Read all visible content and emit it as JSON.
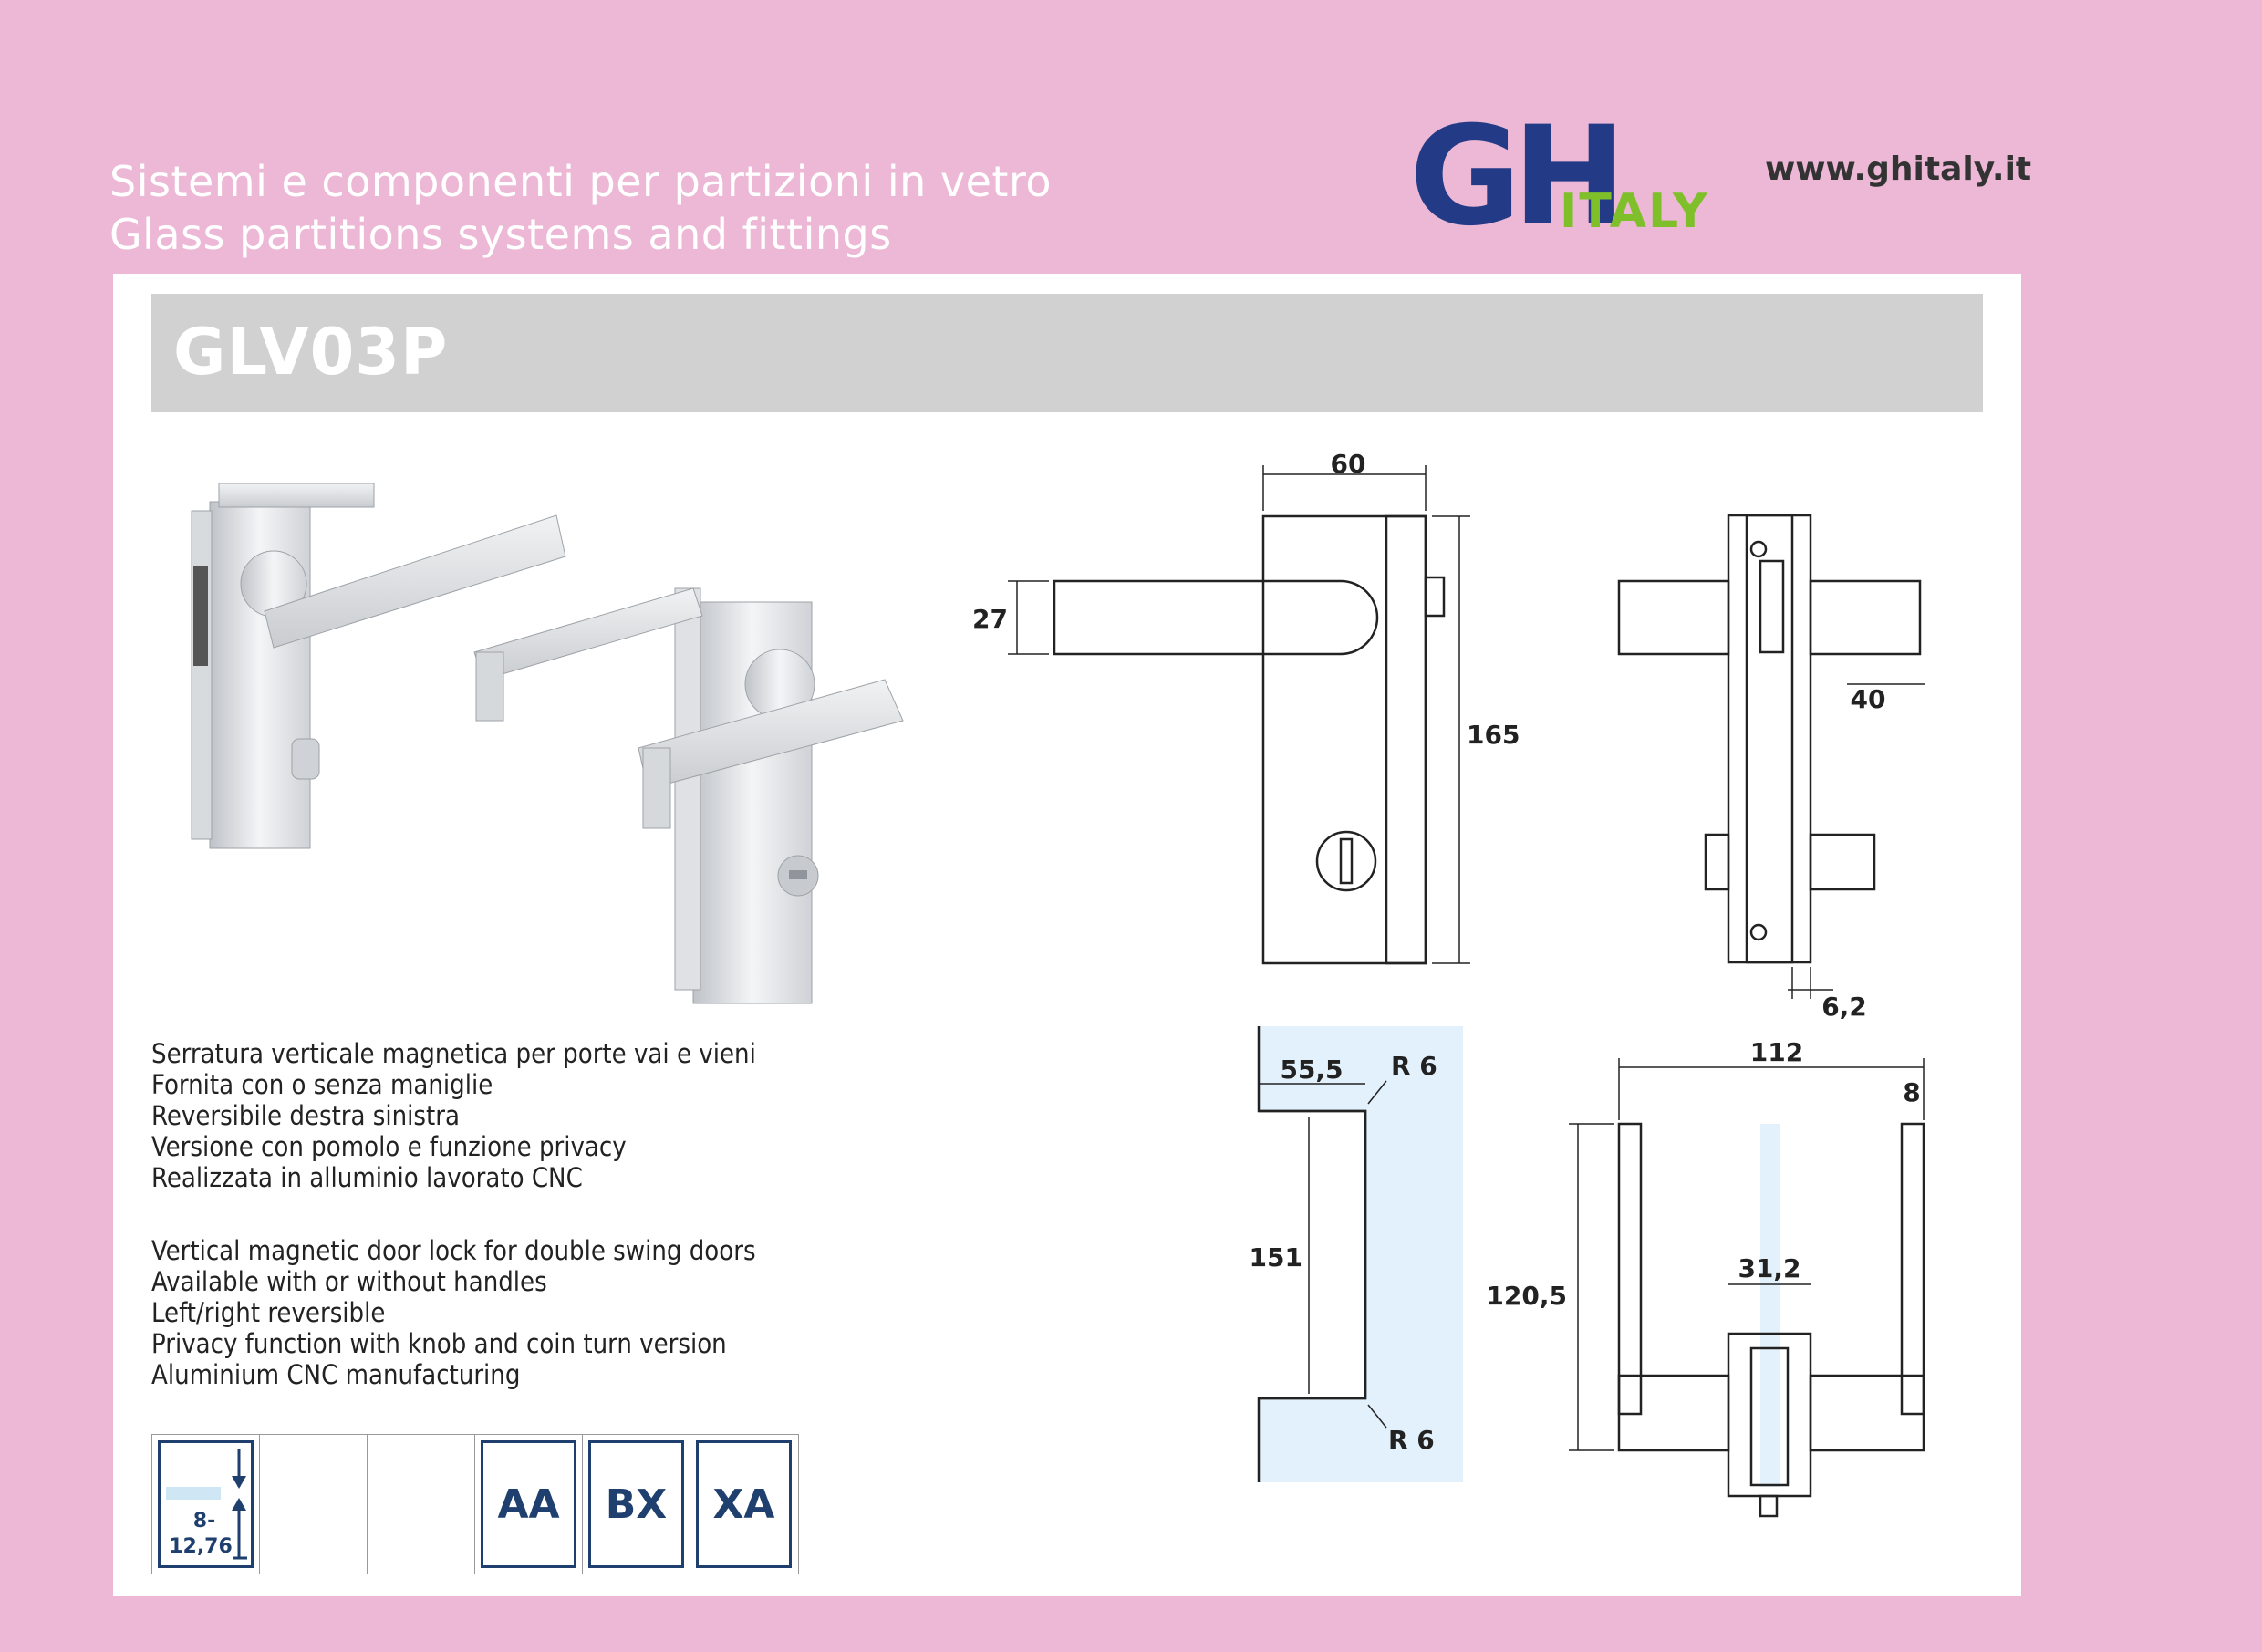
{
  "header": {
    "tagline_it": "Sistemi e componenti per partizioni in vetro",
    "tagline_en": "Glass partitions systems and fittings",
    "website": "www.ghitaly.it",
    "logo": {
      "main": "GH",
      "sub": "ITALY",
      "colors": {
        "main": "#233a86",
        "sub": "#7fbf2a"
      }
    }
  },
  "product": {
    "code": "GLV03P"
  },
  "description_it": [
    "Serratura verticale magnetica per porte vai e vieni",
    "Fornita con o senza maniglie",
    "Reversibile destra sinistra",
    "Versione con pomolo e funzione privacy",
    "Realizzata in alluminio lavorato CNC"
  ],
  "description_en": [
    "Vertical magnetic door lock for double swing doors",
    "Available with or without handles",
    "Left/right reversible",
    "Privacy function with knob and coin turn version",
    "Aluminium CNC manufacturing"
  ],
  "glass_thickness": {
    "line1": "8-",
    "line2": "12,76"
  },
  "finish_codes": [
    "AA",
    "BX",
    "XA"
  ],
  "dimensions": {
    "front_width": "60",
    "handle_height": "27",
    "total_height": "165",
    "side_projection": "40",
    "side_gap": "6,2",
    "cutout_depth": "55,5",
    "cutout_radius_top": "R 6",
    "cutout_height": "151",
    "cutout_radius_bottom": "R 6",
    "top_overall_width": "112",
    "top_handle_thickness": "8",
    "top_body_width": "31,2",
    "top_height": "120,5"
  },
  "colors": {
    "page_bg": "#ecb8d6",
    "title_bar": "#d1d1d1",
    "code_border": "#1f3f6e",
    "glass_blue": "#e3f1fc"
  }
}
